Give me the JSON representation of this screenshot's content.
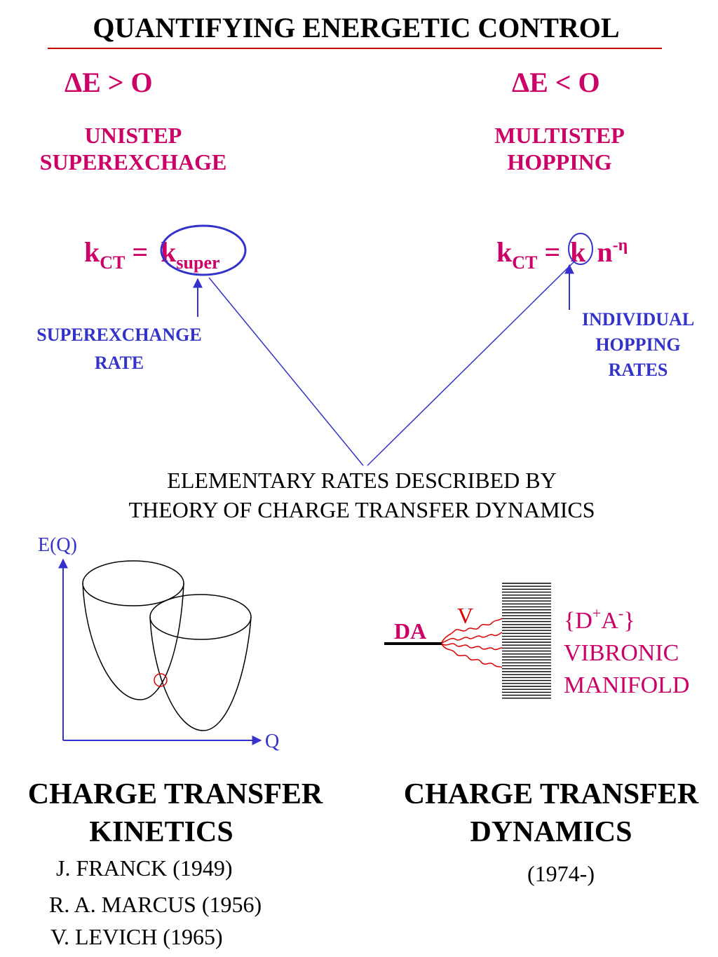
{
  "title": "QUANTIFYING ENERGETIC CONTROL",
  "left": {
    "condition": "ΔE > O",
    "mechanism_line1": "UNISTEP",
    "mechanism_line2": "SUPEREXCHAGE",
    "formula": {
      "k": "k",
      "ct": "CT",
      "eq": "=",
      "k_super": "k",
      "super": "super"
    },
    "annotation_line1": "SUPEREXCHANGE",
    "annotation_line2": "RATE"
  },
  "right": {
    "condition": "ΔE < O",
    "mechanism_line1": "MULTISTEP",
    "mechanism_line2": "HOPPING",
    "formula": {
      "k": "k",
      "ct": "CT",
      "eq": "=",
      "k_hop": "k",
      "n": "n",
      "exp": "-η"
    },
    "annotation_line1": "INDIVIDUAL",
    "annotation_line2": "HOPPING",
    "annotation_line3": "RATES"
  },
  "center": {
    "line1": "ELEMENTARY RATES DESCRIBED BY",
    "line2": "THEORY OF CHARGE TRANSFER DYNAMICS"
  },
  "potential_plot": {
    "y_axis": "E(Q)",
    "x_axis": "Q"
  },
  "dynamics_diagram": {
    "da_label": "DA",
    "v_label": "V",
    "manifold_d": "{D",
    "manifold_plus": "+",
    "manifold_a": "A",
    "manifold_minus": "-",
    "manifold_close": "}",
    "manifold_line2": "VIBRONIC",
    "manifold_line3": "MANIFOLD"
  },
  "kinetics": {
    "heading_line1": "CHARGE TRANSFER",
    "heading_line2": "KINETICS",
    "ref1": "J. FRANCK  (1949)",
    "ref2": "R. A. MARCUS (1956)",
    "ref3": "V. LEVICH (1965)"
  },
  "dynamics": {
    "heading_line1": "CHARGE TRANSFER",
    "heading_line2": "DYNAMICS",
    "ref1": "(1974-)"
  },
  "colors": {
    "accent_magenta": "#cc0066",
    "accent_blue": "#3333cc",
    "accent_red": "#e00000",
    "rule_red": "#cc0000"
  }
}
